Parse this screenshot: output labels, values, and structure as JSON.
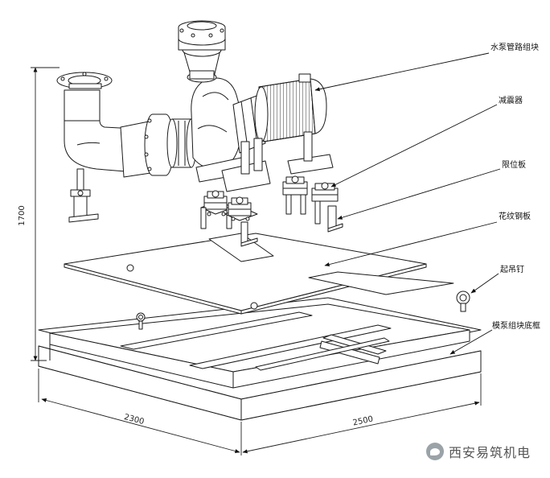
{
  "labels": {
    "pump_module": "水泵管路组块",
    "reducer": "减震器",
    "limit_block": "限位板",
    "checker_plate": "花纹钢板",
    "lifting_eye": "起吊钉",
    "base_frame": "模泵组块底框"
  },
  "dimensions": {
    "height": "1700",
    "width_left": "2300",
    "width_right": "2500"
  },
  "watermark": "西安易筑机电",
  "colors": {
    "line": "#1a1a1a",
    "fill": "#ffffff",
    "leader": "#111111"
  }
}
